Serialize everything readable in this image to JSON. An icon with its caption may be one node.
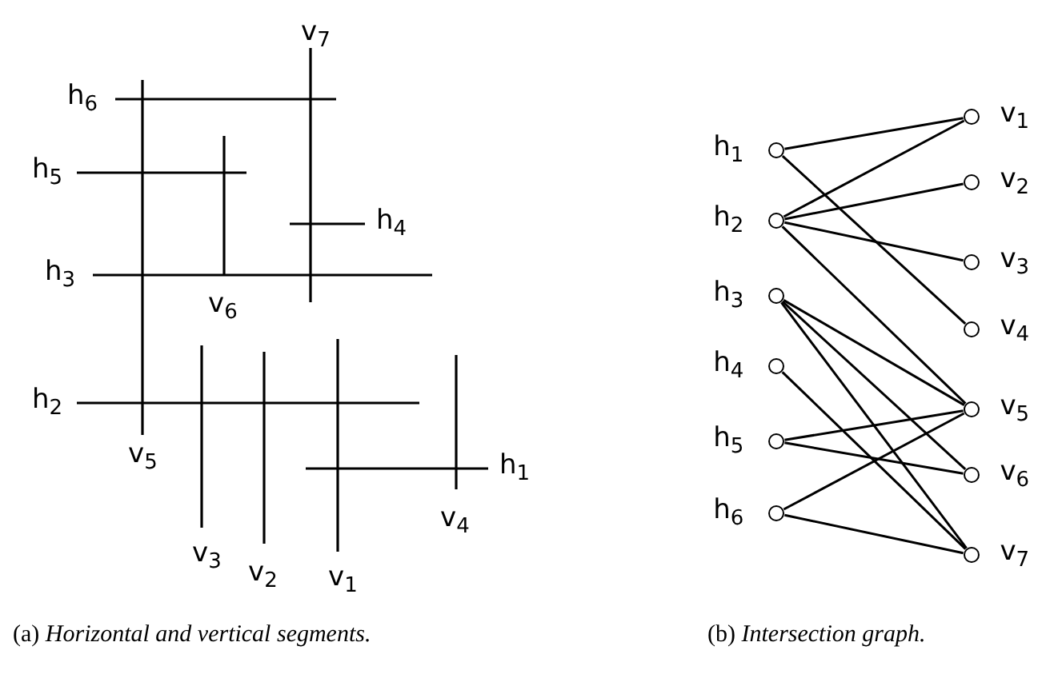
{
  "diagram": {
    "nodes": [
      {
        "text": [],
        "shape": "circle",
        "beside": [
          "h$_{1}$"
        ]
      },
      {
        "text": [],
        "shape": "circle",
        "beside": [
          "h$_{2}$"
        ]
      },
      {
        "text": [],
        "shape": "circle",
        "beside": [
          "h$_{3}$"
        ]
      },
      {
        "text": [],
        "shape": "circle",
        "beside": [
          "h$_{4}$"
        ]
      },
      {
        "text": [],
        "shape": "circle",
        "beside": [
          "h$_{5}$"
        ]
      },
      {
        "text": [],
        "shape": "circle",
        "beside": [
          "h$_{6}$"
        ]
      },
      {
        "text": [],
        "shape": "circle",
        "beside": [
          "v$_{1}$"
        ]
      },
      {
        "text": [],
        "shape": "circle",
        "beside": [
          "v$_{2}$"
        ]
      },
      {
        "text": [],
        "shape": "circle",
        "beside": [
          "v$_{3}$"
        ]
      },
      {
        "text": [],
        "shape": "circle",
        "beside": [
          "v$_{4}$"
        ]
      },
      {
        "text": [],
        "shape": "circle",
        "beside": [
          "v$_{5}$"
        ]
      },
      {
        "text": [],
        "shape": "circle",
        "beside": [
          "v$_{6}$"
        ]
      },
      {
        "text": [],
        "shape": "circle",
        "beside": [
          "v$_{7}$"
        ]
      }
    ],
    "edges": [
      {
        "from": 0,
        "to": 6,
        "arrow": "none"
      },
      {
        "from": 0,
        "to": 9,
        "arrow": "none"
      },
      {
        "from": 1,
        "to": 6,
        "arrow": "none"
      },
      {
        "from": 1,
        "to": 7,
        "arrow": "none"
      },
      {
        "from": 1,
        "to": 8,
        "arrow": "none"
      },
      {
        "from": 1,
        "to": 10,
        "arrow": "none"
      },
      {
        "from": 2,
        "to": 10,
        "arrow": "none"
      },
      {
        "from": 2,
        "to": 11,
        "arrow": "none"
      },
      {
        "from": 2,
        "to": 12,
        "arrow": "none"
      },
      {
        "from": 3,
        "to": 12,
        "arrow": "none"
      },
      {
        "from": 4,
        "to": 10,
        "arrow": "none"
      },
      {
        "from": 4,
        "to": 11,
        "arrow": "none"
      },
      {
        "from": 5,
        "to": 10,
        "arrow": "none"
      },
      {
        "from": 5,
        "to": 12,
        "arrow": "none"
      }
    ],
    "labels": [
      "v$_{7}$",
      "h$_{6}$",
      "h$_{5}$",
      "h$_{4}$",
      "h$_{3}$",
      "v$_{6}$",
      "h$_{2}$",
      "v$_{5}$",
      "h$_{1}$",
      "v$_{4}$",
      "v$_{3}$",
      "v$_{2}$",
      "v$_{1}$",
      "(a) *Horizontal and vertical segments.*",
      "(b) *Intersection graph.*"
    ]
  }
}
